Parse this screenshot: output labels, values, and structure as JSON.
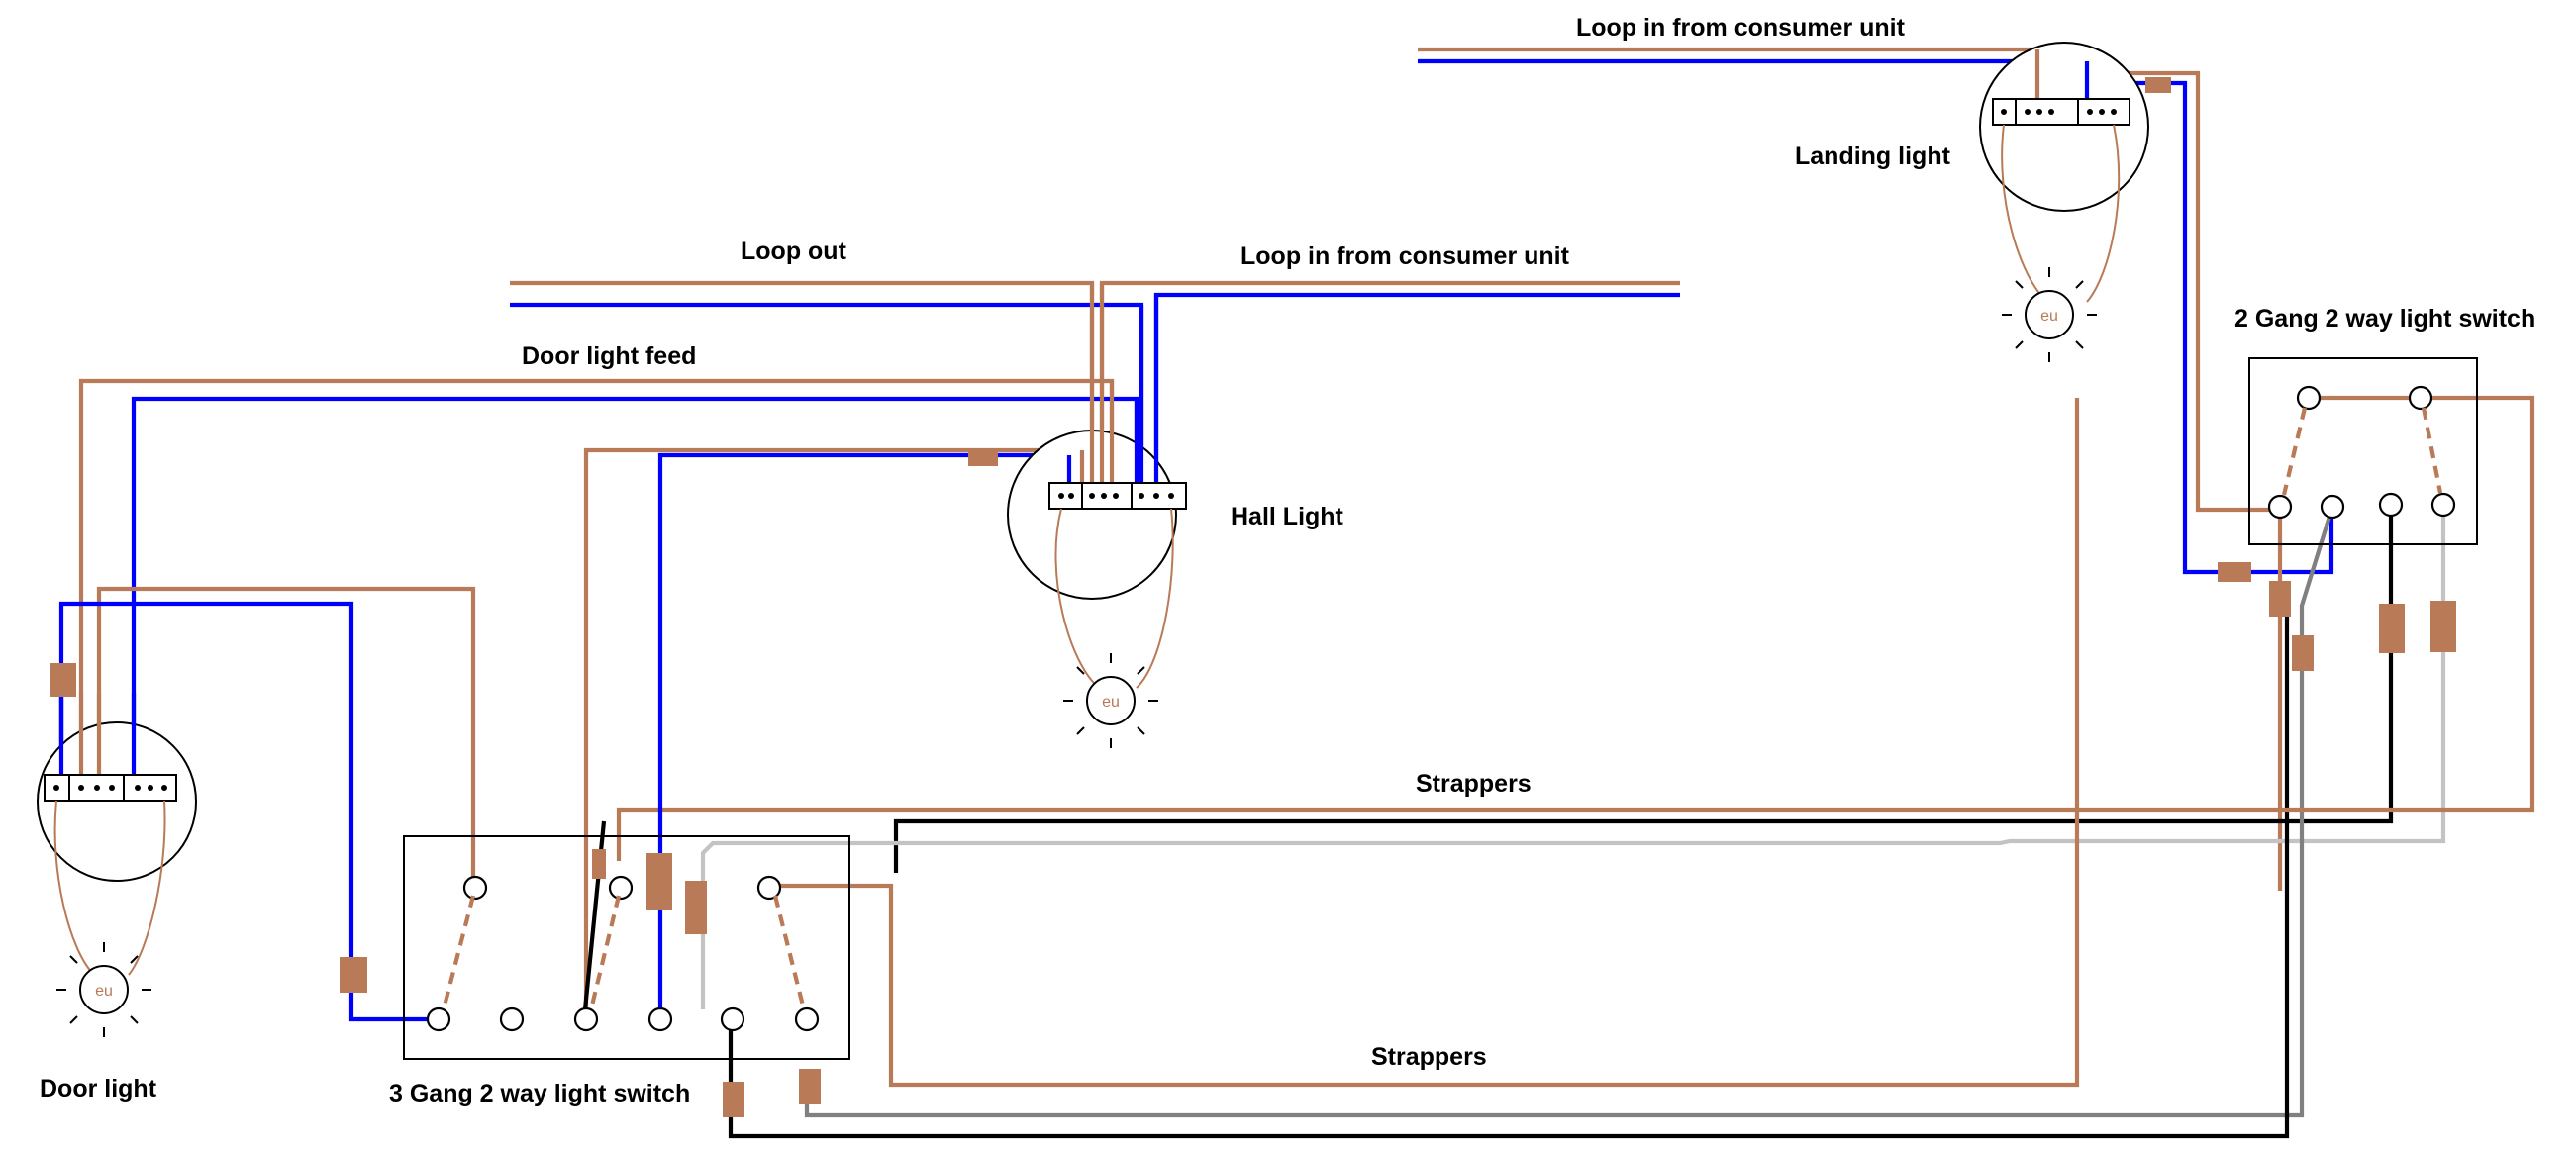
{
  "colors": {
    "live": "#B97A57",
    "neutral": "#0000FF",
    "strapper_black": "#000000",
    "strapper_grey": "#808080",
    "strapper_lightgrey": "#C3C3C3"
  },
  "labels": {
    "loop_in_top": "Loop in from consumer unit",
    "landing_light": "Landing light",
    "loop_out": "Loop out",
    "loop_in_mid": "Loop in from consumer unit",
    "door_light_feed": "Door light feed",
    "hall_light": "Hall Light",
    "two_gang_switch": "2 Gang 2 way light switch",
    "strappers_top": "Strappers",
    "strappers_bottom": "Strappers",
    "door_light": "Door light",
    "three_gang_switch": "3 Gang 2 way light switch"
  },
  "lamp_glyph": "eu"
}
